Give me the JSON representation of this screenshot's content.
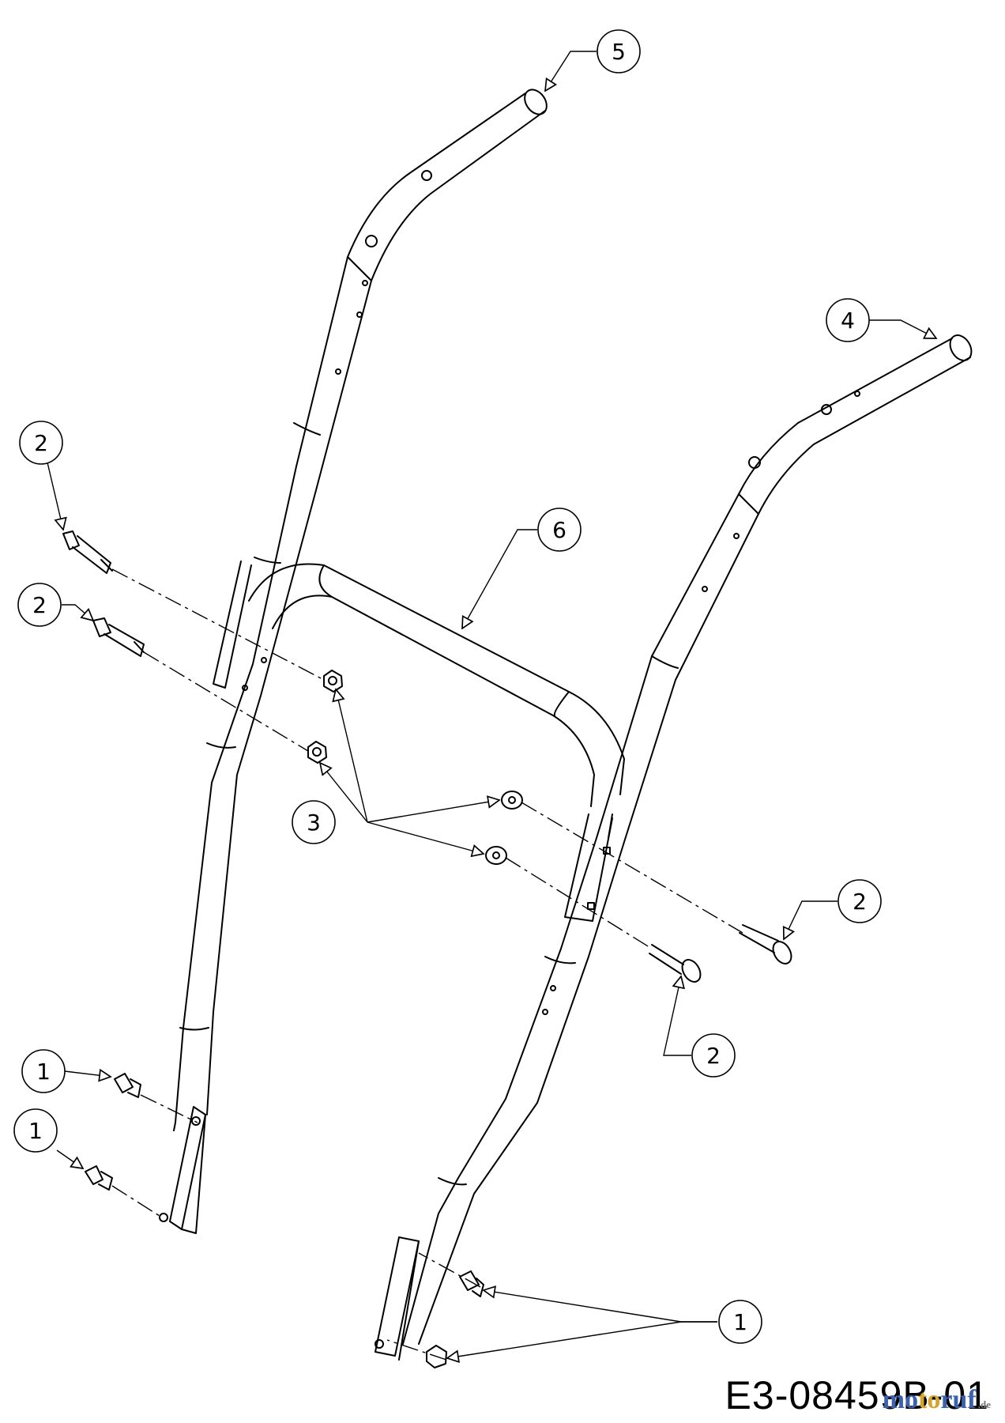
{
  "callouts": [
    {
      "id": "c5",
      "label": "5"
    },
    {
      "id": "c4",
      "label": "4"
    },
    {
      "id": "c2a",
      "label": "2"
    },
    {
      "id": "c6",
      "label": "6"
    },
    {
      "id": "c2b",
      "label": "2"
    },
    {
      "id": "c3",
      "label": "3"
    },
    {
      "id": "c2c",
      "label": "2"
    },
    {
      "id": "c2d",
      "label": "2"
    },
    {
      "id": "c1a",
      "label": "1"
    },
    {
      "id": "c1b",
      "label": "1"
    },
    {
      "id": "c1c",
      "label": "1"
    }
  ],
  "document_code": "E3-08459B-01",
  "watermark": {
    "part_a": "mo",
    "part_b": "to",
    "part_c": "ruf",
    "tld": ".de"
  }
}
